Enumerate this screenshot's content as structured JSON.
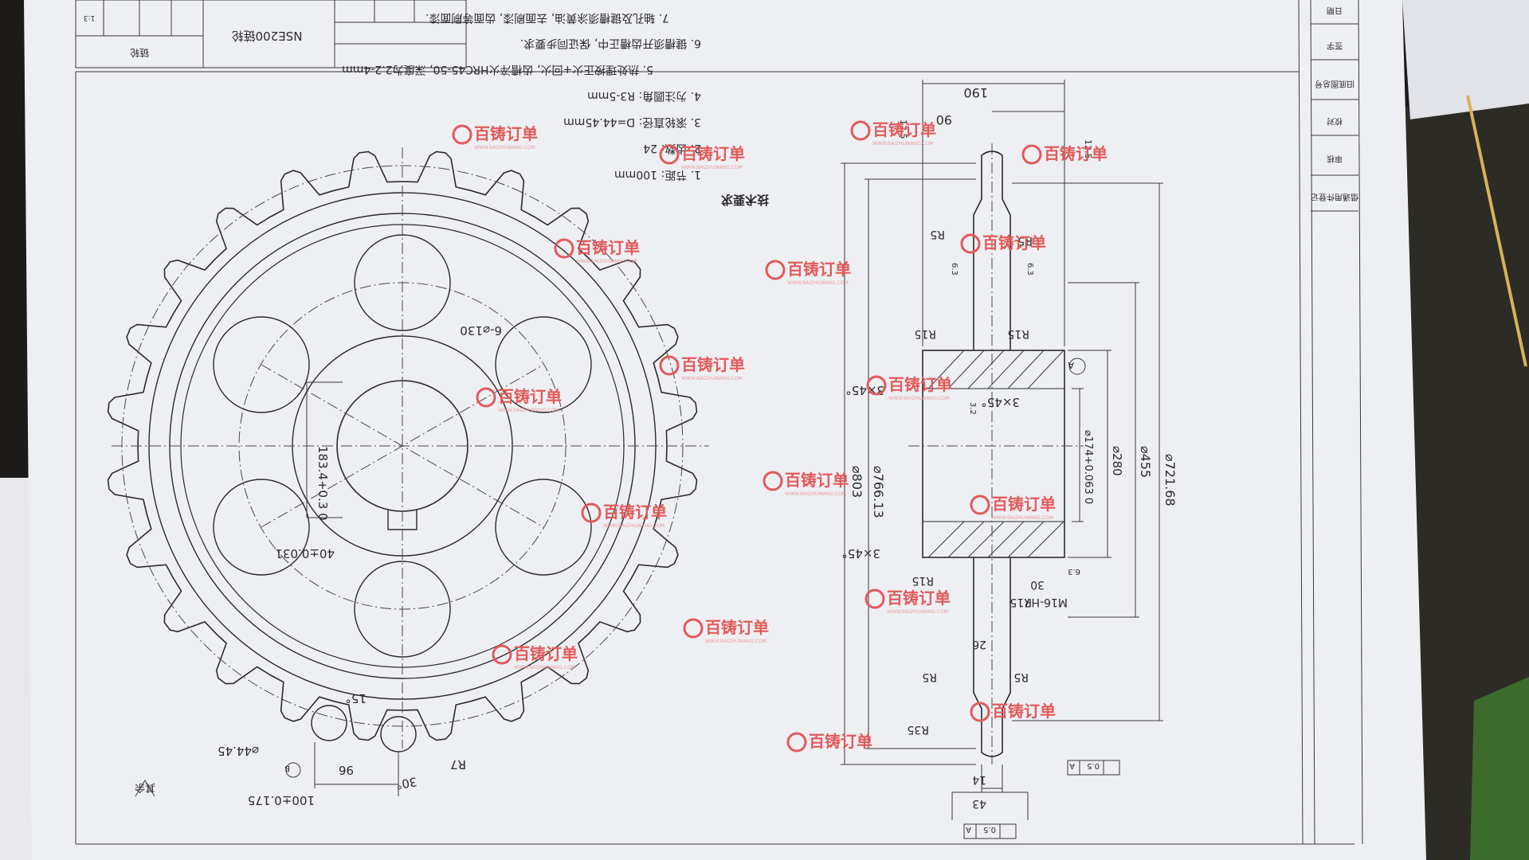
{
  "title_block": {
    "drawing_name": "NSE200链轮",
    "part_label": "链轮",
    "scale": "1:3"
  },
  "tech_requirements": {
    "heading": "技术要求",
    "items": [
      "1. 节距: 100mm",
      "2. 齿数: 24",
      "3. 滚轮直径: D=44.45mm",
      "4. 为注圆角: R3-5mm",
      "5. 热处理按正火+回火, 齿槽淬火HRC45-50, 深度为2.2-4mm",
      "6. 键槽须开齿槽正中, 保证同步要求.",
      "7. 轴孔及键槽须涂黄油, 去面刷漆, 齿面等刷面漆."
    ]
  },
  "front_view": {
    "holes_label": "6-⌀130",
    "bore_label": "183.4+0.3 0",
    "keyway_label": "40±0.031",
    "angle_top_label": "15°",
    "angle_bottom_label": "30°",
    "roller_label": "⌀44.45",
    "pitch_dim_label": "96",
    "tooth_pitch_label": "100±0.175",
    "radius_label": "R7",
    "section_marker": "B",
    "surface_note": "其余"
  },
  "side_view": {
    "dims": {
      "overall_width": "190",
      "tooth_offset": "90",
      "roughness_top": "12.5",
      "roughness_right": "12.5",
      "od_803": "⌀803",
      "pcd": "⌀766.13",
      "root_dia": "⌀721.68",
      "hub_dia": "⌀455",
      "hub_inner": "⌀280",
      "bore": "⌀174+0.063 0",
      "chamfer_left_top": "3×45°",
      "chamfer_right_top": "3×45°",
      "chamfer_left_bottom": "3×45°",
      "r5": "R5",
      "r15": "R15",
      "r35": "R35",
      "r6_3": "6.3",
      "r3_2": "3.2",
      "m16": "M16-H7",
      "dim_30": "30",
      "dim_26": "26",
      "dim_14": "14",
      "dim_43": "43",
      "datum_a": "A",
      "runout": "0.5",
      "datum_marker": "A"
    }
  },
  "side_stamp": {
    "items": [
      "日期",
      "签字",
      "旧底图总号",
      "校对",
      "审核",
      "借通用件登记"
    ]
  },
  "watermark": {
    "text": "百铸订单",
    "sub": "WWW.BAIZHUWANG.COM"
  }
}
